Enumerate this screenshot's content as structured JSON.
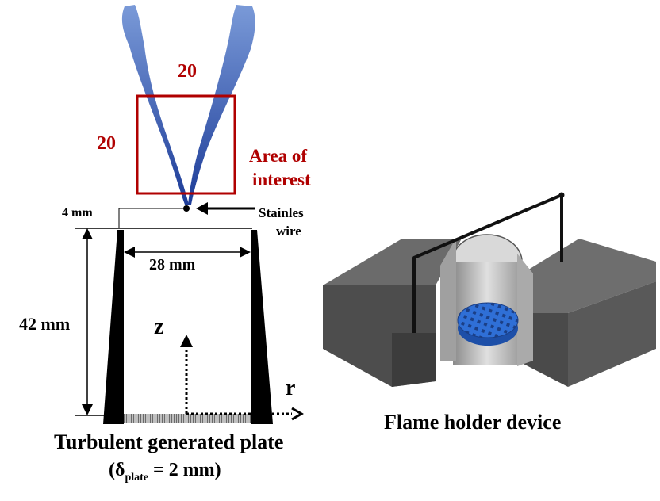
{
  "diagram": {
    "flame": {
      "dim_top": "20",
      "dim_left": "20",
      "area_label_line1": "Area of",
      "area_label_line2": "interest",
      "colors": {
        "red": "#b00000",
        "flame_top": "#6f93d6",
        "flame_bottom": "#1f3f9a"
      }
    },
    "burner": {
      "gap_label": "4 mm",
      "wire_label_line1": "Stainles",
      "wire_label_line2": "wire",
      "width_label": "28 mm",
      "height_label": "42 mm",
      "z_axis_label": "z",
      "r_axis_label": "r",
      "caption_line1": "Turbulent generated plate",
      "caption_delta": "(δ",
      "caption_sub": "plate",
      "caption_rest": " = 2 mm)"
    },
    "device": {
      "caption": "Flame holder device",
      "colors": {
        "block": "#555555",
        "block_top": "#6b6b6b",
        "grid": "#2f6fd6"
      }
    }
  }
}
